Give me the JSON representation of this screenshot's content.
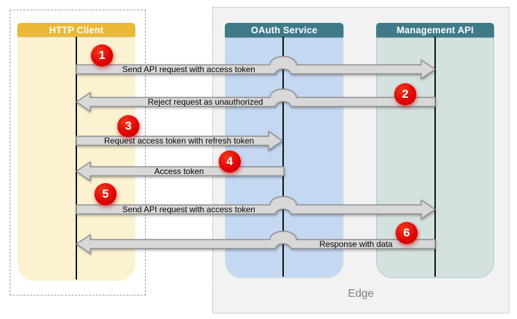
{
  "diagram": {
    "actors": [
      {
        "id": "http-client",
        "label": "HTTP Client"
      },
      {
        "id": "oauth-service",
        "label": "OAuth Service"
      },
      {
        "id": "management-api",
        "label": "Management API"
      }
    ],
    "edge_label": "Edge",
    "messages": [
      {
        "step": "1",
        "label": "Send API request with access token",
        "from": "http-client",
        "to": "management-api",
        "direction": "right"
      },
      {
        "step": "2",
        "label": "Reject request as unauthorized",
        "from": "management-api",
        "to": "http-client",
        "direction": "left"
      },
      {
        "step": "3",
        "label": "Request access token with refresh token",
        "from": "http-client",
        "to": "oauth-service",
        "direction": "right"
      },
      {
        "step": "4",
        "label": "Access token",
        "from": "oauth-service",
        "to": "http-client",
        "direction": "left"
      },
      {
        "step": "5",
        "label": "Send API request with access token",
        "from": "http-client",
        "to": "management-api",
        "direction": "right"
      },
      {
        "step": "6",
        "label": "Response with data",
        "from": "management-api",
        "to": "http-client",
        "direction": "left"
      }
    ],
    "colors": {
      "client_header": "#EBB837",
      "client_lane": "#FCF2D1",
      "service_header": "#3F7A89",
      "service_lane": "#C5D8F2",
      "api_lane": "#D4E2DF",
      "edge_bg": "#F2F2F2",
      "arrow_fill": "#D8D8D8",
      "arrow_stroke": "#8C8C8C",
      "step_red": "#E00505"
    }
  }
}
